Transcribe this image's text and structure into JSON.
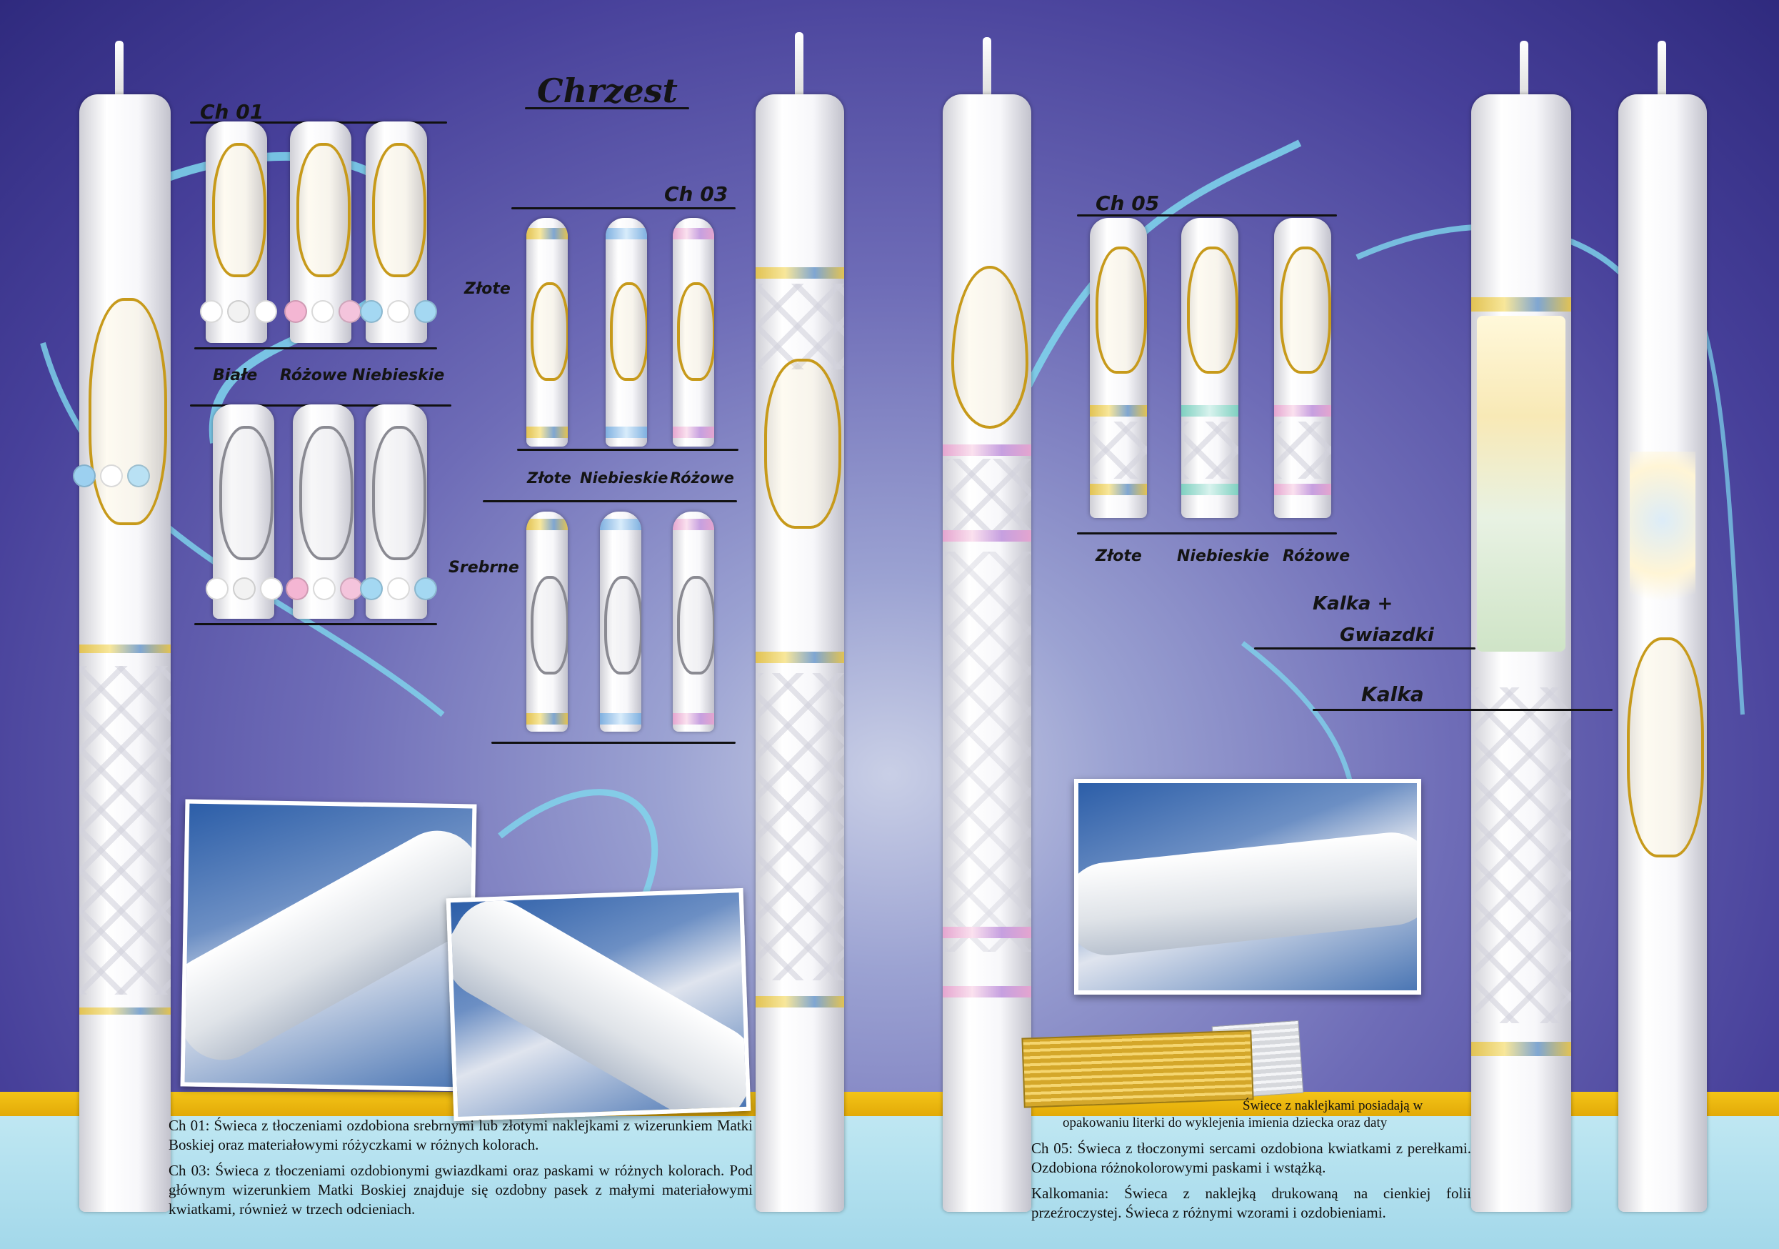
{
  "title": "Chrzest",
  "groups": {
    "ch01": {
      "code": "Ch 01",
      "colors_row1": [
        "Białe",
        "Różowe",
        "Niebieskie"
      ],
      "side_label_row2": "Srebrne"
    },
    "ch03": {
      "code": "Ch 03",
      "side_label": "Złote",
      "colors": [
        "Złote",
        "Niebieskie",
        "Różowe"
      ]
    },
    "ch05": {
      "code": "Ch 05",
      "colors": [
        "Złote",
        "Niebieskie",
        "Różowe"
      ]
    }
  },
  "right_labels": {
    "kalka_gwiazdki_1": "Kalka +",
    "kalka_gwiazdki_2": "Gwiazdki",
    "kalka": "Kalka"
  },
  "sticker_note": [
    "Świece z naklejkami posiadają w",
    "opakowaniu literki do wyklejenia imienia dziecka oraz daty"
  ],
  "descriptions": {
    "ch01": "Ch 01: Świeca z tłoczeniami ozdobiona srebrnymi lub złotymi naklejkami z wizerunkiem Matki Boskiej oraz materiałowymi różyczkami w różnych kolorach.",
    "ch03": "Ch 03: Świeca z tłoczeniami ozdobionymi gwiazdkami oraz paskami w różnych kolorach. Pod głównym wizerunkiem Matki Boskiej znajduje się ozdobny pasek z małymi materiałowymi kwiatkami, również w trzech odcieniach.",
    "ch05": "Ch 05: Świeca z tłoczonymi sercami ozdobiona kwiatkami z perełkami. Ozdobiona różnokolorowymi paskami i wstążką.",
    "kalkomania": "Kalkomania: Świeca z naklejką drukowaną na cienkiej folii przeźroczystej. Świeca z różnymi wzorami i ozdobieniami."
  },
  "colors": {
    "gold_band": "#f2c012",
    "sky_band": "#bfe7f2",
    "background": "#5a55a8",
    "swirl": "#7fd8ee"
  }
}
